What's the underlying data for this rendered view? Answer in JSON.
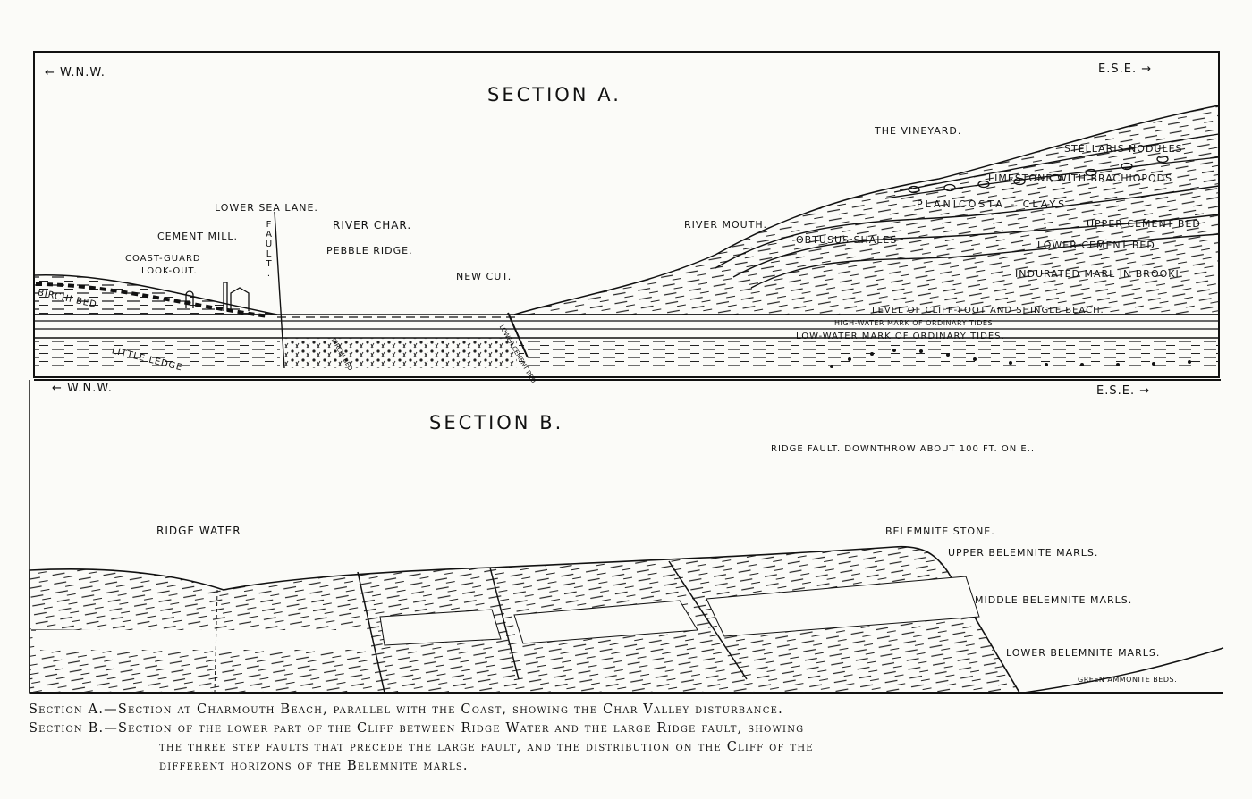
{
  "section_a": {
    "title": "SECTION A.",
    "left_dir": "← W.N.W.",
    "right_dir": "E.S.E. →",
    "labels": {
      "vineyard": "THE VINEYARD.",
      "stellaris": "STELLARIS NODULES",
      "limestone": "LIMESTONE WITH BRACHIOPODS",
      "planicosta": "PLANICOSTA - CLAYS",
      "upper_cement": "UPPER CEMENT BED",
      "obtusus": "OBTUSUS SHALES",
      "lower_cement": "LOWER CEMENT BED",
      "indurated": "INDURATED MARL IN BROOKI",
      "lower_sea_lane": "LOWER SEA LANE.",
      "cement_mill": "CEMENT MILL.",
      "fault": "FAULT.",
      "river_char": "RIVER CHAR.",
      "pebble_ridge": "PEBBLE RIDGE.",
      "new_cut": "NEW CUT.",
      "river_mouth": "RIVER MOUTH.",
      "coast_guard": "COAST-GUARD",
      "look_out": "LOOK-OUT.",
      "birchi_bed": "BIRCHI BED",
      "little_ledge": "LITTLE LEDGE",
      "birchi_bed_small": "BIRCHI BED",
      "lower_cement_small": "LOWER CEMENT BED",
      "cliff_foot": "LEVEL OF CLIFF-FOOT AND SHINGLE BEACH.",
      "high_water": "HIGH-WATER MARK OF ORDINARY TIDES",
      "low_water": "LOW-WATER MARK OF ORDINARY TIDES."
    }
  },
  "section_b": {
    "title": "SECTION B.",
    "left_dir": "← W.N.W.",
    "right_dir": "E.S.E. →",
    "labels": {
      "ridge_fault": "RIDGE FAULT. DOWNTHROW ABOUT 100 FT. ON E..",
      "ridge_water": "RIDGE WATER",
      "belemnite_stone": "BELEMNITE STONE.",
      "upper_marls": "UPPER BELEMNITE MARLS.",
      "middle_marls": "MIDDLE BELEMNITE MARLS.",
      "lower_marls": "LOWER BELEMNITE MARLS.",
      "green_ammonite": "GREEN AMMONITE BEDS."
    }
  },
  "caption": {
    "line1": "Section A.—Section at Charmouth Beach, parallel with the Coast, showing the Char Valley disturbance.",
    "line2": "Section B.—Section of the lower part of the Cliff between Ridge Water and the large Ridge fault, showing",
    "line3": "the three step faults that precede the large fault, and the distribution on the Cliff of the",
    "line4": "different horizons of the Belemnite marls."
  }
}
